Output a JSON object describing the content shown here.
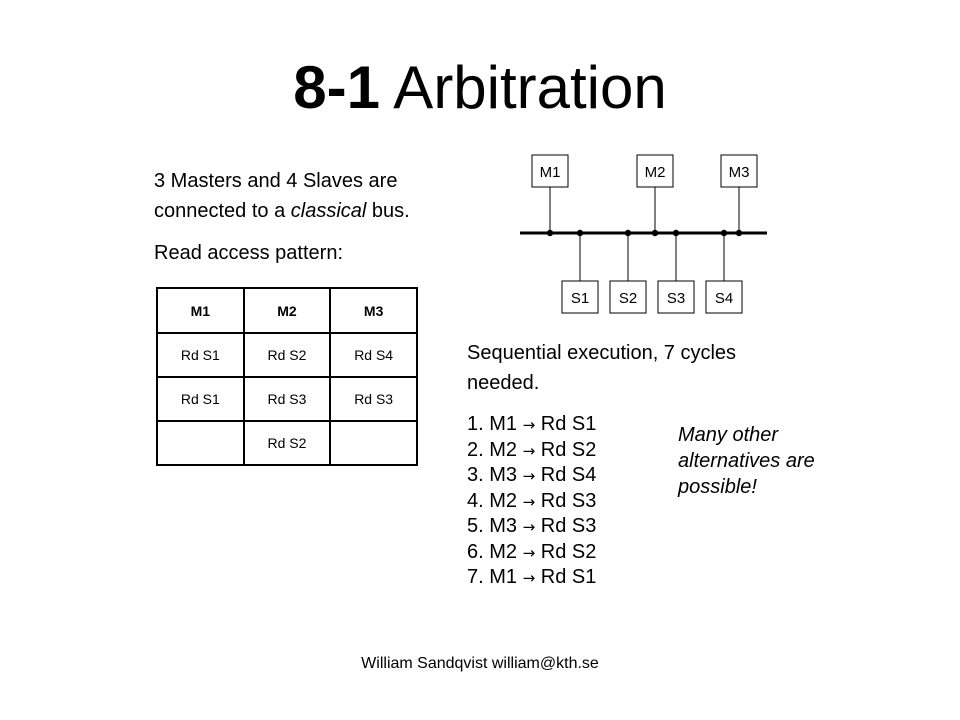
{
  "slide": {
    "title_number": "8-1",
    "title_text": "Arbitration",
    "intro_1": "3 Masters and 4 Slaves are connected to a ",
    "intro_em": "classical",
    "intro_2": " bus.",
    "read_label": "Read access pattern:",
    "sequence_text": "Sequential execution, 7 cycles needed.",
    "note": "Many other alternatives are possible!",
    "footer": "William Sandqvist william@kth.se"
  },
  "table": {
    "headers": [
      "M1",
      "M2",
      "M3"
    ],
    "rows": [
      [
        "Rd S1",
        "Rd S2",
        "Rd S4"
      ],
      [
        "Rd S1",
        "Rd S3",
        "Rd S3"
      ],
      [
        "",
        "Rd S2",
        ""
      ]
    ]
  },
  "steps": [
    {
      "num": "1.",
      "master": "M1",
      "arrow": "→",
      "action": "Rd S1"
    },
    {
      "num": "2.",
      "master": "M2",
      "arrow": "→",
      "action": "Rd S2"
    },
    {
      "num": "3.",
      "master": "M3",
      "arrow": "→",
      "action": "Rd S4"
    },
    {
      "num": "4.",
      "master": "M2",
      "arrow": "→",
      "action": "Rd S3"
    },
    {
      "num": "5.",
      "master": "M3",
      "arrow": "→",
      "action": "Rd S3"
    },
    {
      "num": "6.",
      "master": "M2",
      "arrow": "→",
      "action": "Rd S2"
    },
    {
      "num": "7.",
      "master": "M1",
      "arrow": "→",
      "action": "Rd S1"
    }
  ],
  "diagram": {
    "masters": [
      "M1",
      "M2",
      "M3"
    ],
    "slaves": [
      "S1",
      "S2",
      "S3",
      "S4"
    ]
  }
}
